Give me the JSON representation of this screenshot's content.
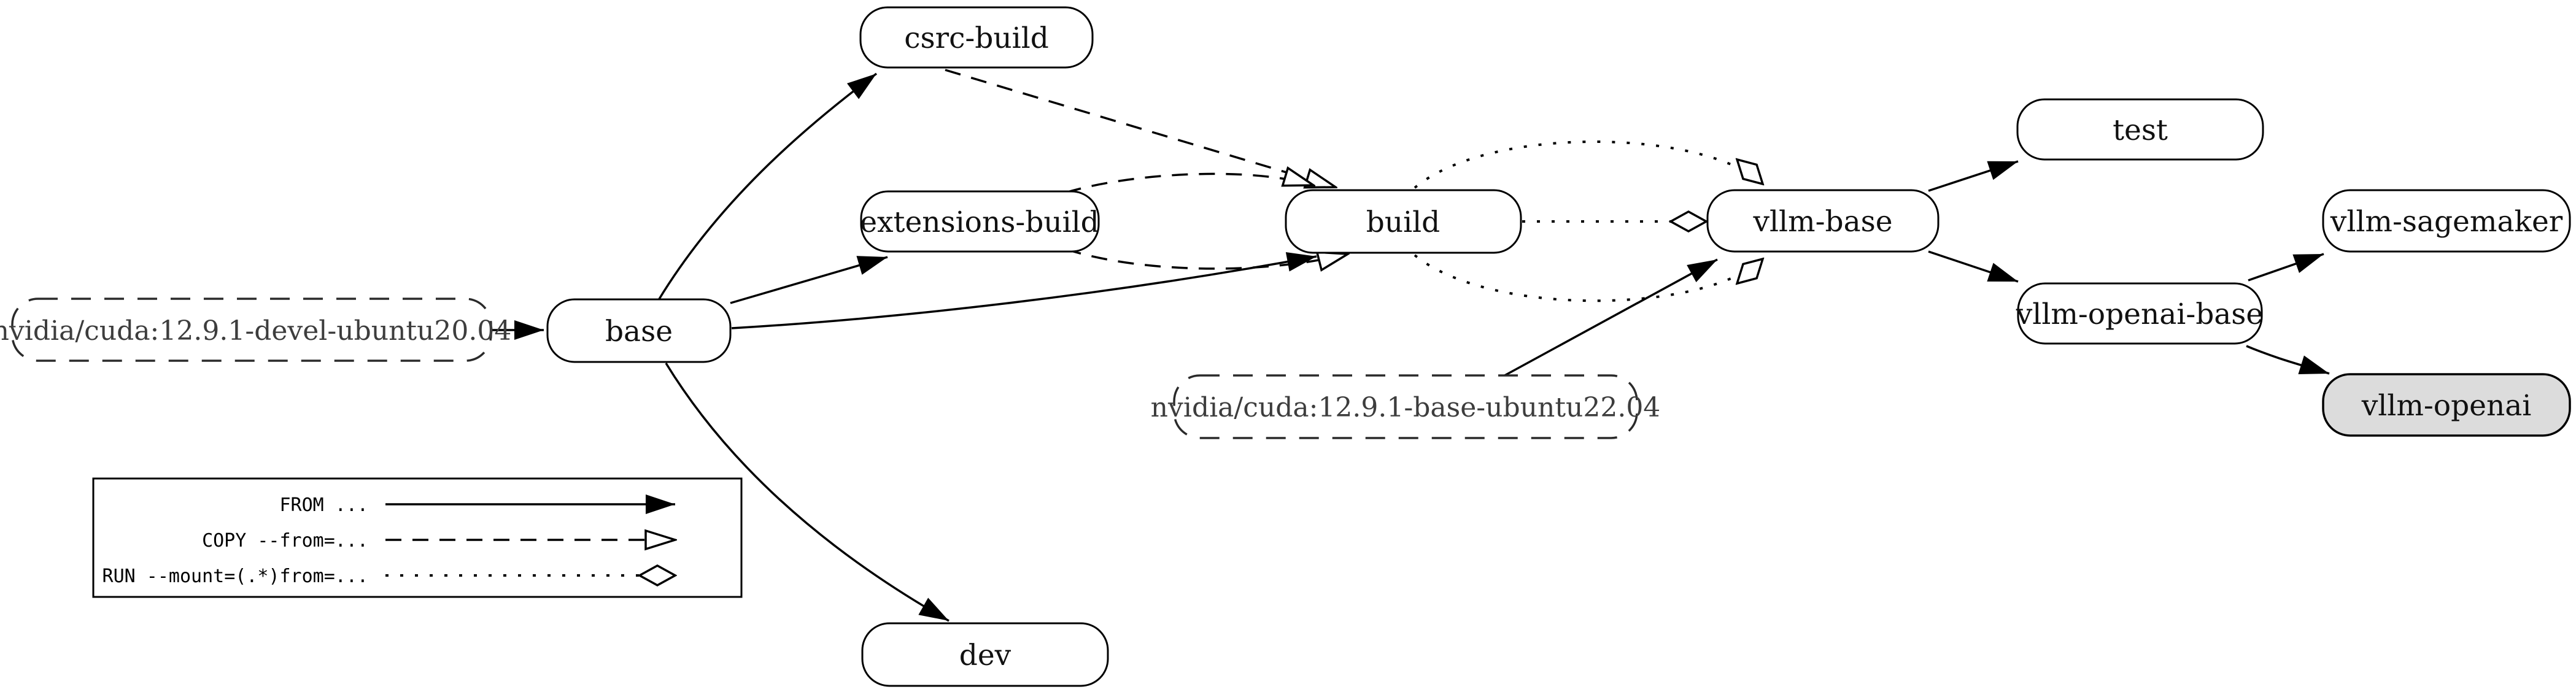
{
  "diagram": {
    "description": "Dockerfile build stage dependency graph",
    "nodes": {
      "cuda_devel": {
        "label": "nvidia/cuda:12.9.1-devel-ubuntu20.04",
        "type": "external-base-image"
      },
      "base": {
        "label": "base",
        "type": "stage"
      },
      "csrc_build": {
        "label": "csrc-build",
        "type": "stage"
      },
      "extensions_build": {
        "label": "extensions-build",
        "type": "stage"
      },
      "build": {
        "label": "build",
        "type": "stage"
      },
      "cuda_base": {
        "label": "nvidia/cuda:12.9.1-base-ubuntu22.04",
        "type": "external-base-image"
      },
      "vllm_base": {
        "label": "vllm-base",
        "type": "stage"
      },
      "test": {
        "label": "test",
        "type": "stage"
      },
      "vllm_sagemaker": {
        "label": "vllm-sagemaker",
        "type": "stage"
      },
      "vllm_openai_base": {
        "label": "vllm-openai-base",
        "type": "stage"
      },
      "vllm_openai": {
        "label": "vllm-openai",
        "type": "stage",
        "highlighted": true
      },
      "dev": {
        "label": "dev",
        "type": "stage"
      }
    },
    "edges": [
      {
        "from": "cuda_devel",
        "to": "base",
        "type": "FROM"
      },
      {
        "from": "base",
        "to": "csrc_build",
        "type": "FROM"
      },
      {
        "from": "base",
        "to": "extensions_build",
        "type": "FROM"
      },
      {
        "from": "base",
        "to": "build",
        "type": "FROM"
      },
      {
        "from": "base",
        "to": "dev",
        "type": "FROM"
      },
      {
        "from": "csrc_build",
        "to": "build",
        "type": "COPY --from"
      },
      {
        "from": "extensions_build",
        "to": "build",
        "type": "COPY --from"
      },
      {
        "from": "extensions_build",
        "to": "build",
        "type": "COPY --from"
      },
      {
        "from": "build",
        "to": "vllm_base",
        "type": "RUN --mount from"
      },
      {
        "from": "build",
        "to": "vllm_base",
        "type": "RUN --mount from"
      },
      {
        "from": "build",
        "to": "vllm_base",
        "type": "RUN --mount from"
      },
      {
        "from": "cuda_base",
        "to": "vllm_base",
        "type": "FROM"
      },
      {
        "from": "vllm_base",
        "to": "test",
        "type": "FROM"
      },
      {
        "from": "vllm_base",
        "to": "vllm_openai_base",
        "type": "FROM"
      },
      {
        "from": "vllm_openai_base",
        "to": "vllm_sagemaker",
        "type": "FROM"
      },
      {
        "from": "vllm_openai_base",
        "to": "vllm_openai",
        "type": "FROM"
      }
    ],
    "legend": {
      "from_label": "FROM ...",
      "copy_label": "COPY --from=...",
      "run_label": "RUN --mount=(.*)from=..."
    },
    "colors": {
      "background": "#ffffff",
      "stroke": "#000000",
      "node_fill": "#ffffff",
      "highlight_fill": "#dcdcdc",
      "external_text": "#3d3d3d"
    }
  }
}
